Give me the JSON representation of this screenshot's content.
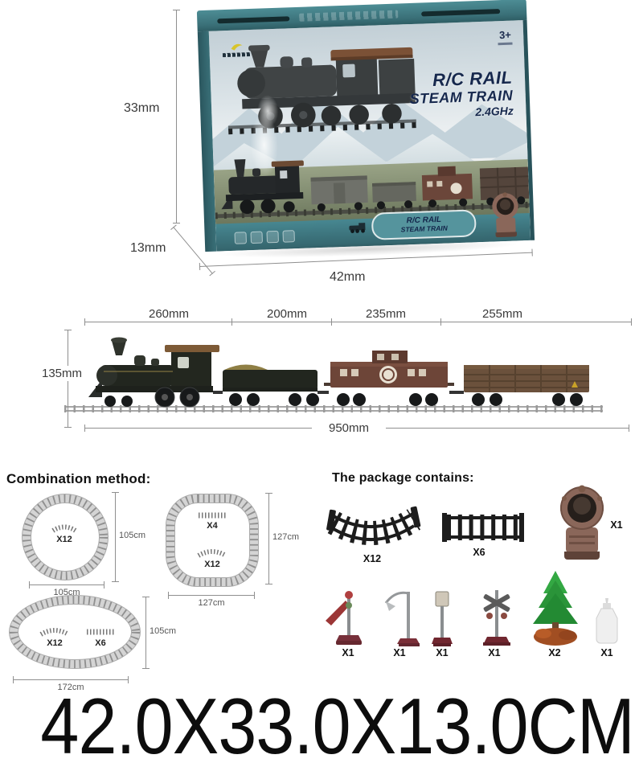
{
  "box": {
    "age_badge": "3+",
    "title_line1": "R/C RAIL",
    "title_line2": "STEAM TRAIN",
    "title_line3": "2.4GHz",
    "badge_line1": "R/C RAIL",
    "badge_line2": "STEAM TRAIN",
    "dims": {
      "height": "33mm",
      "depth": "13mm",
      "width": "42mm"
    }
  },
  "train": {
    "height_label": "135mm",
    "total_label": "950mm",
    "car_labels": [
      "260mm",
      "200mm",
      "235mm",
      "255mm"
    ]
  },
  "combination": {
    "heading": "Combination method:",
    "circle": {
      "piece1": "X12",
      "width": "105cm",
      "height": "105cm"
    },
    "square": {
      "piece1": "X4",
      "piece2": "X12",
      "width": "127cm",
      "height": "127cm"
    },
    "oval": {
      "piece1": "X12",
      "piece2": "X6",
      "width": "172cm",
      "height": "105cm"
    }
  },
  "package": {
    "heading": "The package contains:",
    "items": [
      {
        "name": "curved track",
        "qty": "X12"
      },
      {
        "name": "straight track",
        "qty": "X6"
      },
      {
        "name": "locomotive figure",
        "qty": "X1"
      },
      {
        "name": "semaphore signal",
        "qty": "X1"
      },
      {
        "name": "signal crane",
        "qty": "X1"
      },
      {
        "name": "sign post",
        "qty": "X1"
      },
      {
        "name": "crossing sign",
        "qty": "X1"
      },
      {
        "name": "tree",
        "qty": "X2"
      },
      {
        "name": "oil bottle",
        "qty": "X1"
      }
    ]
  },
  "footer": {
    "size_text": "42.0X33.0X13.0CM"
  },
  "colors": {
    "box_teal": "#3a7078",
    "title_navy": "#16284d",
    "caboose_brown": "#6d4538",
    "tree_green": "#2a9439"
  }
}
